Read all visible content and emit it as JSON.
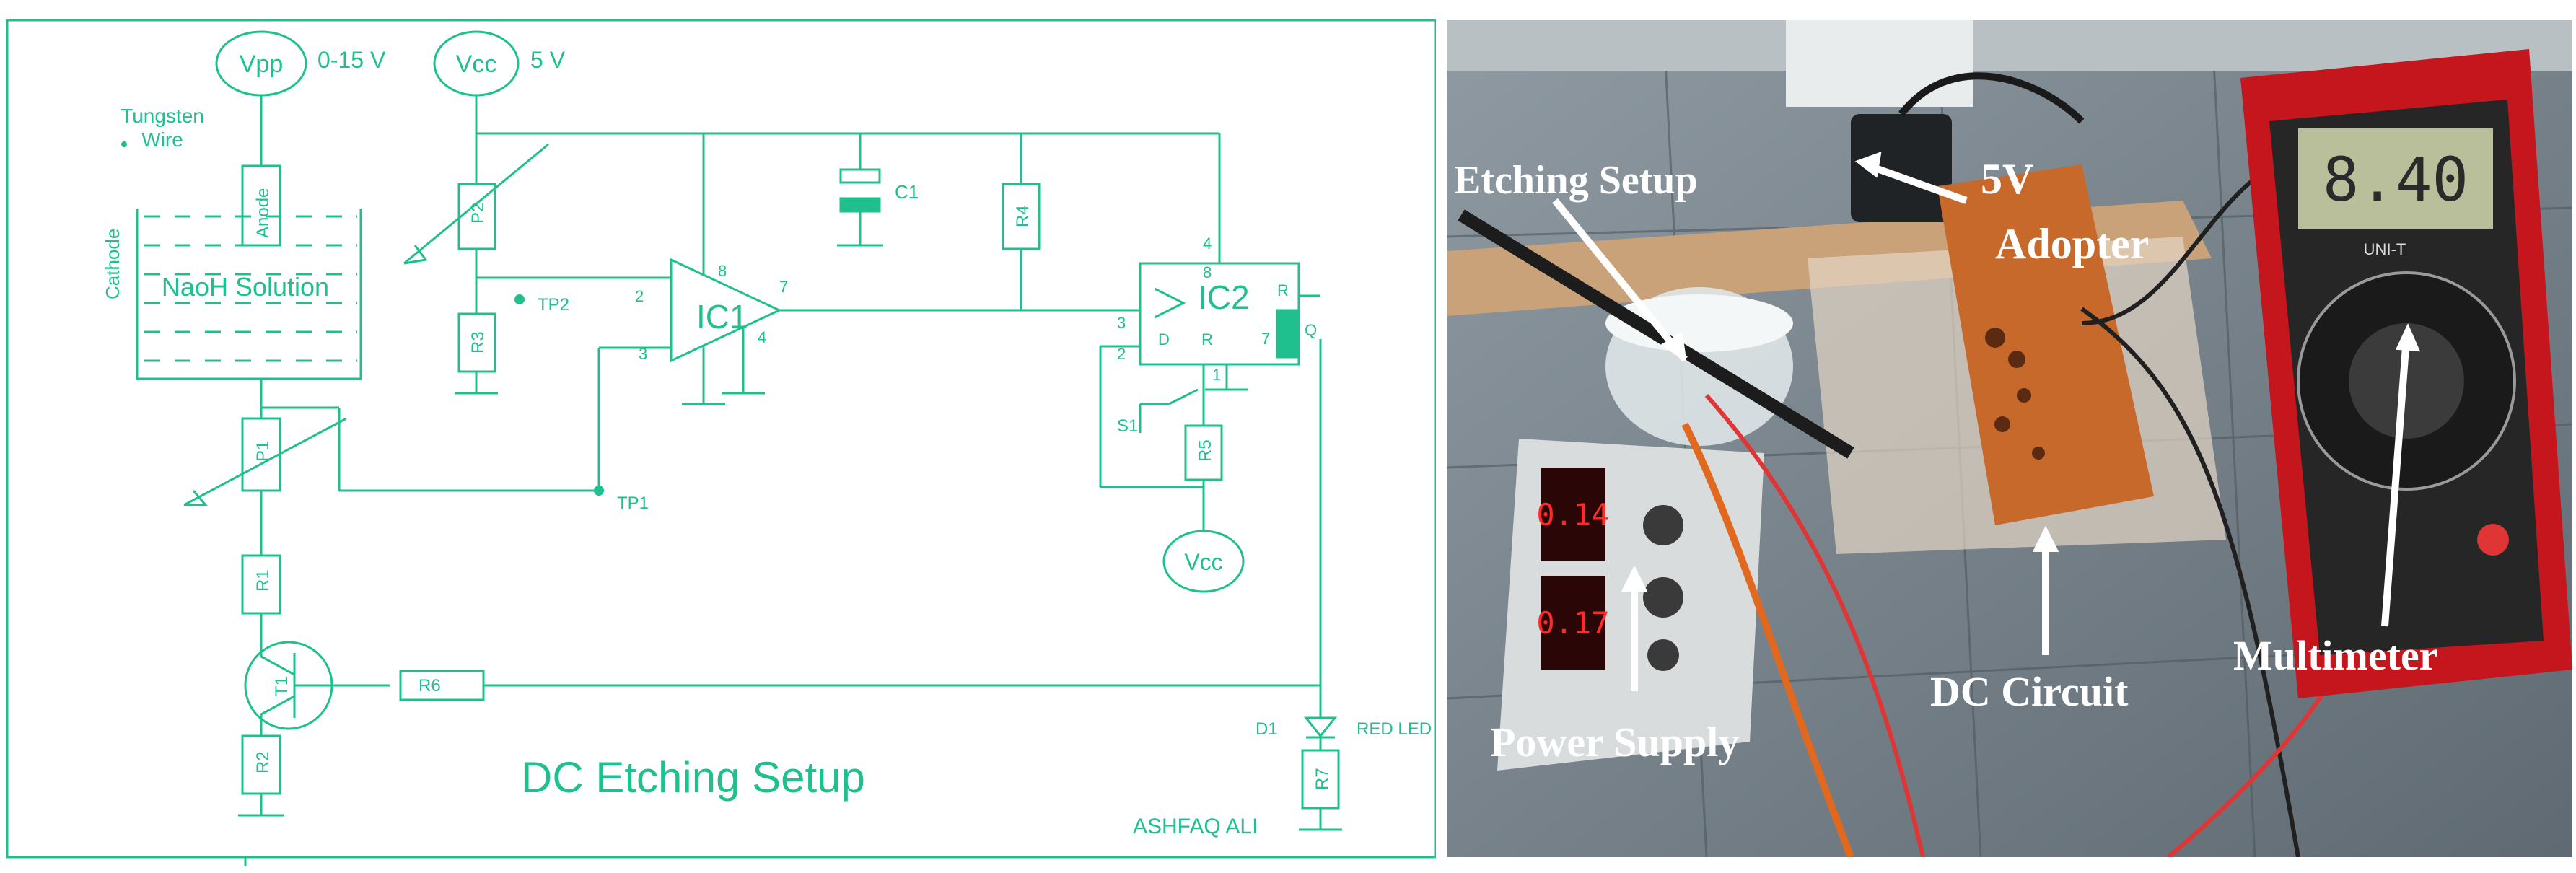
{
  "schematic": {
    "title": "DC Etching Setup",
    "author": "ASHFAQ ALI",
    "vpp_label": "Vpp",
    "vpp_value": "0-15 V",
    "vcc_top_label": "Vcc",
    "vcc_top_value": "5 V",
    "vcc_bottom_label": "Vcc",
    "tungsten_line1": "Tungsten",
    "tungsten_line2": "Wire",
    "cathode": "Cathode",
    "anode": "Anode",
    "solution": "NaoH Solution",
    "ic1": "IC1",
    "ic2": "IC2",
    "c1": "C1",
    "r4": "R4",
    "p2": "P2",
    "r3": "R3",
    "p1": "P1",
    "r1": "R1",
    "t1": "T1",
    "r2": "R2",
    "r6": "R6",
    "r5": "R5",
    "r7": "R7",
    "s1": "S1",
    "d1": "D1",
    "red_led": "RED LED",
    "tp1": "TP1",
    "tp2": "TP2",
    "ic1_pins": [
      "2",
      "3",
      "8",
      "7",
      "4"
    ],
    "ic2_pins": [
      "4",
      "8",
      "3",
      "R",
      "7",
      "2",
      "D",
      "R",
      "Q",
      "1"
    ]
  },
  "photo": {
    "labels": {
      "etching_setup": "Etching Setup",
      "adapter_line1": "5V",
      "adapter_line2": "Adopter",
      "power_supply": "Power Supply",
      "dc_circuit": "DC Circuit",
      "multimeter": "Multimeter"
    },
    "meter_reading": "8.40",
    "meter_brand": "UNI-T",
    "psu_display_top": "0.14",
    "psu_display_bottom": "0.17"
  },
  "colors": {
    "schematic_line": "#1fbf8e",
    "label_text": "#ffffff",
    "meter_body": "#c4161c",
    "pcb": "#c8692c"
  }
}
